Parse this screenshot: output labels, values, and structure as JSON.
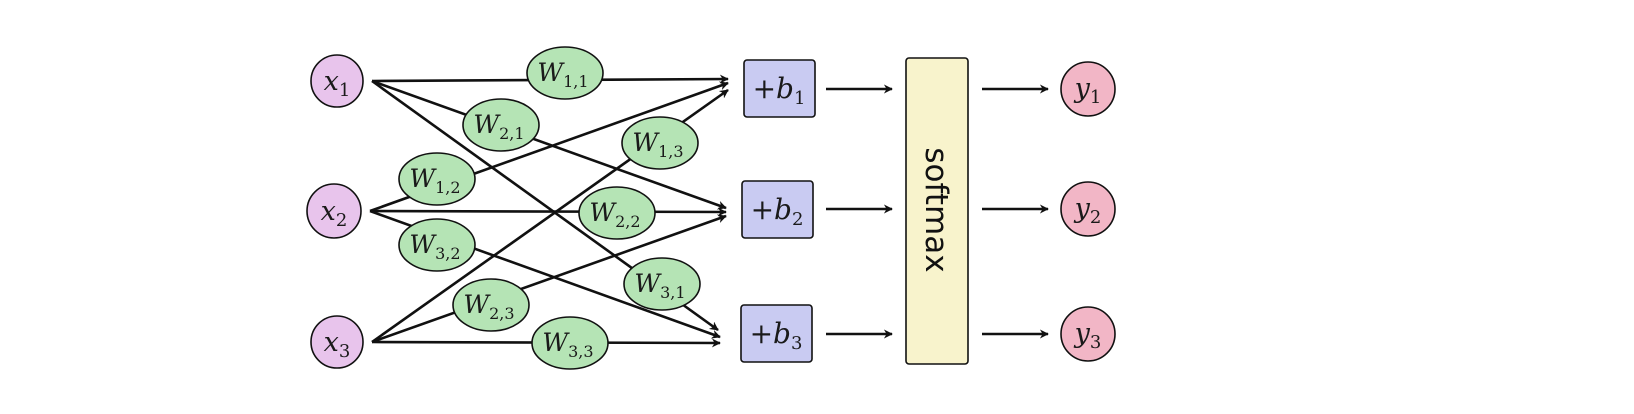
{
  "colors": {
    "input_fill": "#e8c4ec",
    "weight_fill": "#b5e4b5",
    "bias_fill": "#c9cbf2",
    "softmax_fill": "#f8f3cc",
    "output_fill": "#f2b6c6",
    "stroke": "#111111"
  },
  "inputs": [
    {
      "var": "x",
      "sub": "1"
    },
    {
      "var": "x",
      "sub": "2"
    },
    {
      "var": "x",
      "sub": "3"
    }
  ],
  "weights": [
    {
      "var": "W",
      "sub": "1,1"
    },
    {
      "var": "W",
      "sub": "2,1"
    },
    {
      "var": "W",
      "sub": "1,2"
    },
    {
      "var": "W",
      "sub": "1,3"
    },
    {
      "var": "W",
      "sub": "2,2"
    },
    {
      "var": "W",
      "sub": "3,2"
    },
    {
      "var": "W",
      "sub": "3,1"
    },
    {
      "var": "W",
      "sub": "2,3"
    },
    {
      "var": "W",
      "sub": "3,3"
    }
  ],
  "biases": [
    {
      "prefix": "+",
      "var": "b",
      "sub": "1"
    },
    {
      "prefix": "+",
      "var": "b",
      "sub": "2"
    },
    {
      "prefix": "+",
      "var": "b",
      "sub": "3"
    }
  ],
  "softmax": {
    "label": "softmax"
  },
  "outputs": [
    {
      "var": "y",
      "sub": "1"
    },
    {
      "var": "y",
      "sub": "2"
    },
    {
      "var": "y",
      "sub": "3"
    }
  ]
}
